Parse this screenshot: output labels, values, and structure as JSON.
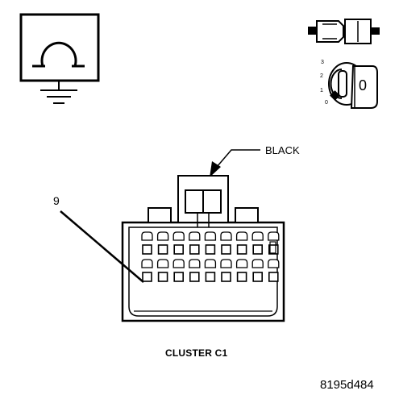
{
  "diagram": {
    "connector_color_label": "BLACK",
    "pin_callout": "9",
    "connector_name": "CLUSTER C1",
    "figure_id": "8195d484",
    "ignition_key_label": "0",
    "ignition_positions": [
      "3",
      "2",
      "1",
      "0"
    ],
    "icons": [
      "ohmmeter-ground-icon",
      "connector-plug-icon",
      "ignition-switch-key-icon"
    ],
    "connector": {
      "cavity_rows": 2,
      "cavities_per_row": 9
    }
  }
}
